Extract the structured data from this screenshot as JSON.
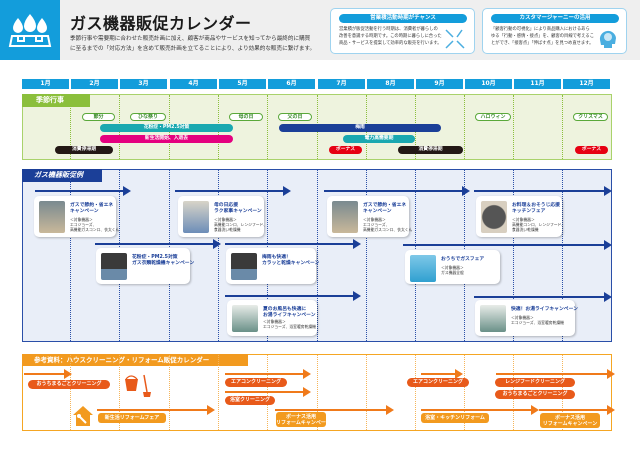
{
  "header": {
    "title": "ガス機器販促カレンダー",
    "description_line1": "季節行事や需要期に合わせた販売計画に加え、顧客が商品やサービスを知ってから最終的に購買",
    "description_line2": "に至るまでの「対応方法」を含めて販売計画を立てることにより、より効果的な販売に繋げます。",
    "logo_icon": "gas-burner-flame-icon",
    "info_boxes": [
      {
        "title": "営業積活動時期がチャンス",
        "text": "営業積が販促活動を行う時期は、消費者が暮らしの\n改善を意識する時期です。この時期に暮らしに合った\n商品・サービスを提案して効率的な販売を行います。",
        "icon": "converging-arrows-icon"
      },
      {
        "title": "カスタマージャーニーの活用",
        "text": "「顧客行動の可視化」により商品購入におけるあら\nゆる「行動・感情・接点」を、顧客の目線で考えるこ\nとができ、「接客点」「伸ばす点」を見つめ直せます。",
        "icon": "brain-head-icon"
      }
    ]
  },
  "months": [
    "1月",
    "2月",
    "3月",
    "4月",
    "5月",
    "6月",
    "7月",
    "8月",
    "9月",
    "10月",
    "11月",
    "12月"
  ],
  "seasonal": {
    "label": "季節行事",
    "events": [
      {
        "label": "節分",
        "month": 2
      },
      {
        "label": "ひな祭り",
        "month": 3
      },
      {
        "label": "母の日",
        "month": 5
      },
      {
        "label": "父の日",
        "month": 6
      },
      {
        "label": "ハロウィン",
        "month": 10
      },
      {
        "label": "クリスマス",
        "month": 12
      }
    ],
    "bars": [
      {
        "label": "花粉症・PM2.5対策",
        "color": "#1aa8b0"
      },
      {
        "label": "新生活開始、入退去",
        "color": "#e4007f"
      },
      {
        "label": "消費停滞期",
        "color": "#231815"
      },
      {
        "label": "梅雨",
        "color": "#1b3f98"
      },
      {
        "label": "電力高需要期",
        "color": "#1aa8b0"
      },
      {
        "label": "ボーナス",
        "color": "#e60012"
      },
      {
        "label": "消費停滞期",
        "color": "#231815"
      },
      {
        "label": "ボーナス",
        "color": "#e60012"
      }
    ]
  },
  "gas": {
    "label": "ガス機器販促例",
    "cards": [
      {
        "title": "ガスで節約・省エネ\nキャンペーン",
        "sub": "＜対象機器＞\nエコジョーズ、\n高機能ガスコンロ、衣太くん"
      },
      {
        "title": "母の日応援\nラク家事キャンペーン",
        "sub": "＜対象機器＞\n高機能コンロ、レンジフード、\n食器洗い乾燥機"
      },
      {
        "title": "ガスで節約・省エネ\nキャンペーン",
        "sub": "＜対象機器＞\nエコジョーズ、\n高機能ガスコンロ、衣太くん"
      },
      {
        "title": "お料理＆おそうじ応援\nキッチンフェア",
        "sub": "＜対象機器＞\n高機能コンロ、レンジフード、\n食器洗い乾燥機"
      },
      {
        "title": "花粉症・PM2.5対策\nガス衣類乾燥機キャンペーン",
        "sub": ""
      },
      {
        "title": "梅雨も快適！\nカラッと乾燥キャンペーン",
        "sub": ""
      },
      {
        "title": "おうちでガスフェア",
        "sub": "＜対象機器＞\nガス機器全般"
      },
      {
        "title": "夏のお風呂も快適に\nお湯ライフキャンペーン",
        "sub": "＜対象機器＞\nエコジョーズ、浴室暖房乾燥機"
      },
      {
        "title": "快適！お湯ライフキャンペーン",
        "sub": "＜対象機器＞\nエコジョーズ、浴室暖房乾燥機"
      }
    ]
  },
  "reform": {
    "label": "参考資料：ハウスクリーニング・リフォーム販促カレンダー",
    "pills": [
      {
        "label": "おうちまるごとクリーニング"
      },
      {
        "label": "エアコンクリーニング"
      },
      {
        "label": "浴室クリーニング"
      },
      {
        "label": "エアコンクリーニング"
      },
      {
        "label": "レンジフードクリーニング"
      },
      {
        "label": "おうちまるごとクリーニング"
      }
    ],
    "boxes": [
      {
        "label": "新生活リフォームフェア"
      },
      {
        "label": "ボーナス活用\nリフォームキャンペーン"
      },
      {
        "label": "浴室・キッチンリフォーム"
      },
      {
        "label": "ボーナス活用\nリフォームキャンペーン"
      }
    ],
    "icons": [
      "bucket-broom-icon",
      "house-wrench-icon"
    ]
  },
  "colors": {
    "brand_blue": "#139ddb",
    "navy": "#1b3f98",
    "green": "#8bbf3c",
    "orange": "#f29a1f",
    "red_orange": "#e85a1a"
  }
}
